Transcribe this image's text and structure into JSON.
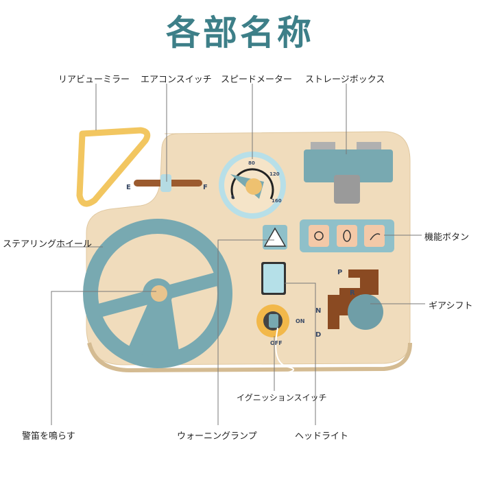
{
  "title": "各部名称",
  "labels": {
    "rear_view_mirror": "リアビューミラー",
    "ac_switch": "エアコンスイッチ",
    "speedometer": "スピードメーター",
    "storage_box": "ストレージボックス",
    "function_buttons": "機能ボタン",
    "steering_wheel": "ステアリングホイール",
    "gear_shift": "ギアシフト",
    "horn": "警笛を鳴らす",
    "warning_lamp": "ウォーニングランプ",
    "ignition_switch": "イグニッションスイッチ",
    "headlight": "ヘッドライト"
  },
  "toy_markings": {
    "fuel_empty": "E",
    "fuel_full": "F",
    "speed_0": "0",
    "speed_80": "80",
    "speed_120": "120",
    "speed_160": "160",
    "gear_p": "P",
    "gear_r": "R",
    "gear_n": "N",
    "gear_d": "D",
    "ignition_on": "ON",
    "ignition_off": "OFF"
  },
  "colors": {
    "title": "#3d7f88",
    "teal": "#78a9b1",
    "wood": "#f0dcbc",
    "yellow": "#f2c660"
  }
}
